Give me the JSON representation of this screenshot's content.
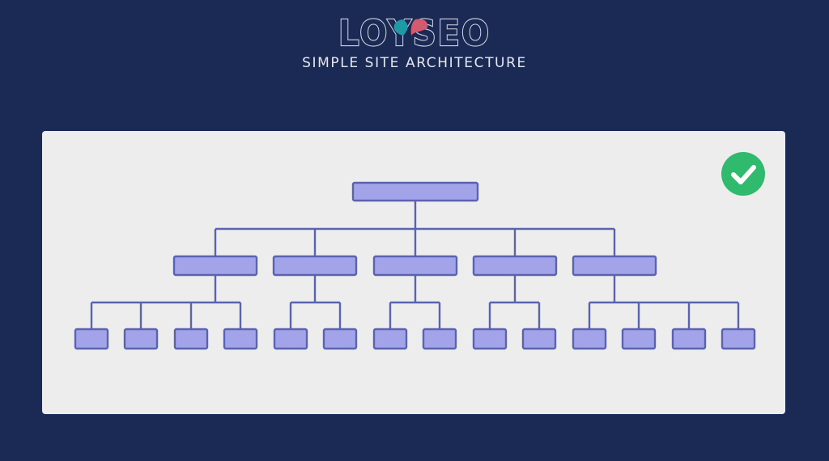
{
  "header": {
    "logo_text": "LOYSEO",
    "subtitle": "SIMPLE SITE ARCHITECTURE"
  },
  "diagram": {
    "root": {
      "children": [
        {
          "children": 4
        },
        {
          "children": 2
        },
        {
          "children": 2
        },
        {
          "children": 2
        },
        {
          "children": 4
        }
      ]
    }
  },
  "icons": {
    "status": "check-circle-icon"
  },
  "colors": {
    "background": "#1b2a55",
    "panel": "#ededed",
    "node_fill": "#a3a3ea",
    "node_stroke": "#5a63b0",
    "connector": "#5a63b0",
    "check_badge": "#2fba6e",
    "logo_leaf_left": "#1f99a3",
    "logo_leaf_right": "#d45a6d"
  }
}
